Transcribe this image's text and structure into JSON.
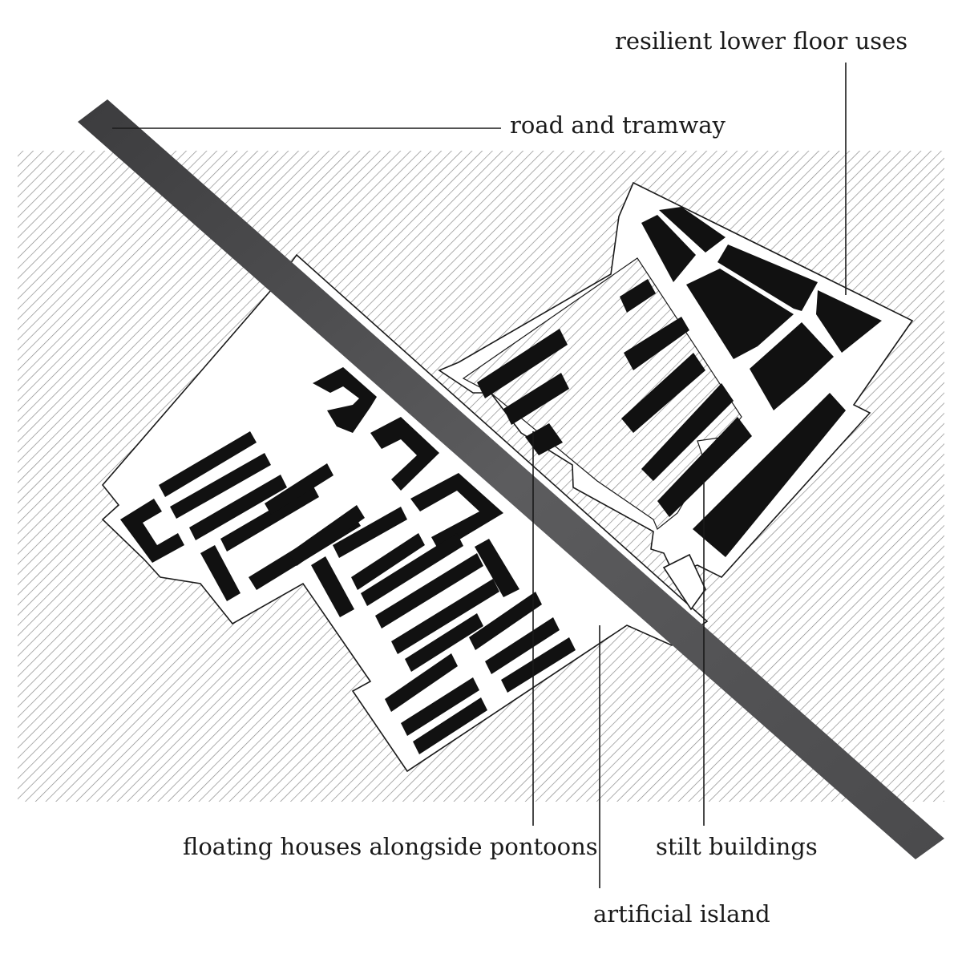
{
  "diagram": {
    "colors": {
      "water_hatch": "#8a8a8a",
      "road": "#4a4a4c",
      "buildings": "#111111",
      "island": "#ffffff",
      "text": "#1a1a1a"
    },
    "labels": {
      "resilient": "resilient lower floor uses",
      "road": "road and tramway",
      "floating": "floating houses alongside pontoons",
      "stilt": "stilt buildings",
      "island": "artificial island"
    }
  }
}
